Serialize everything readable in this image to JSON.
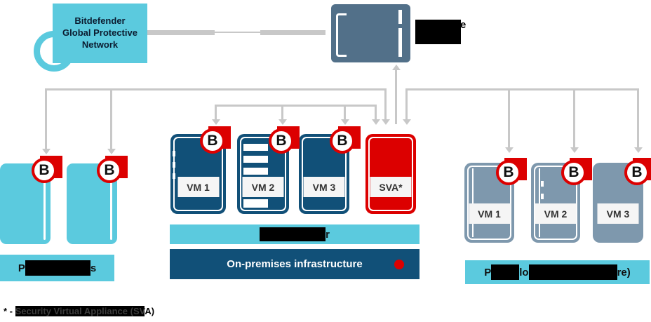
{
  "colors": {
    "cyan": "#5bcade",
    "navy": "#115078",
    "slate_server": "#527089",
    "slate_cloud_vms": "#7e98ad",
    "red": "#dc0000",
    "connector_gray": "#c8c8c8"
  },
  "gpn": {
    "line1": "Bitdefender",
    "line2": "Global Protective",
    "line3": "Network"
  },
  "console": {
    "visible_text": "e"
  },
  "badge": {
    "letter": "B"
  },
  "physical_endpoints": {
    "label_start": "P",
    "label_end": "s"
  },
  "on_premises": {
    "vm1": "VM 1",
    "vm2": "VM 2",
    "vm3": "VM 3",
    "sva": "SVA*",
    "hypervisor_end": "r",
    "bar_label": "On-premises infrastructure"
  },
  "public_cloud": {
    "vm1": "VM 1",
    "vm2": "VM 2",
    "vm3": "VM 3",
    "label_part1": "P",
    "label_part2": "lo",
    "label_part3": "re)"
  },
  "footnote": {
    "prefix": "* - ",
    "highlighted": "Security Virtual Appliance (SV",
    "suffix": "A)"
  }
}
